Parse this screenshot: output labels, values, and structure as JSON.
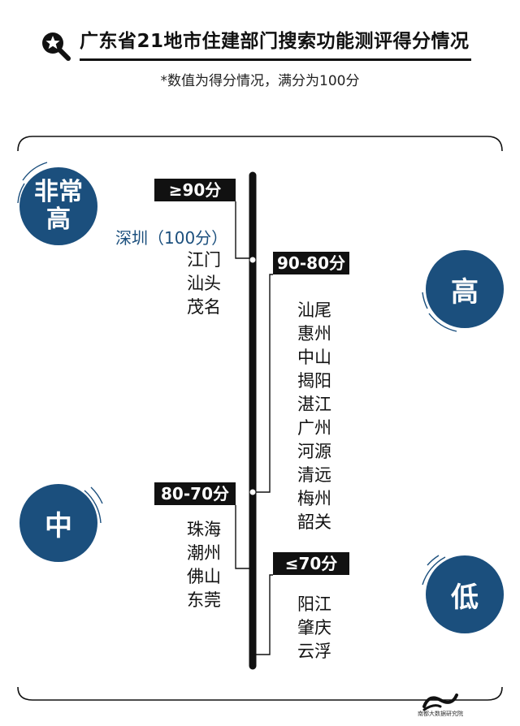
{
  "header": {
    "title": "广东省21地市住建部门搜索功能测评得分情况",
    "subtitle": "*数值为得分情况，满分为100分"
  },
  "levels": {
    "very_high": "非常高",
    "high": "高",
    "mid": "中",
    "low": "低"
  },
  "tiers": [
    {
      "label": "≥90分",
      "highlight": "深圳（100分）",
      "cities": [
        "江门",
        "汕头",
        "茂名"
      ]
    },
    {
      "label": "90-80分",
      "cities": [
        "汕尾",
        "惠州",
        "中山",
        "揭阳",
        "湛江",
        "广州",
        "河源",
        "清远",
        "梅州",
        "韶关"
      ]
    },
    {
      "label": "80-70分",
      "cities": [
        "珠海",
        "潮州",
        "佛山",
        "东莞"
      ]
    },
    {
      "label": "≤70分",
      "cities": [
        "阳江",
        "肇庆",
        "云浮"
      ]
    }
  ],
  "logo_text": "南都大数据研究院",
  "colors": {
    "accent": "#1b4f7d",
    "label_bg": "#111111",
    "text": "#111111"
  }
}
